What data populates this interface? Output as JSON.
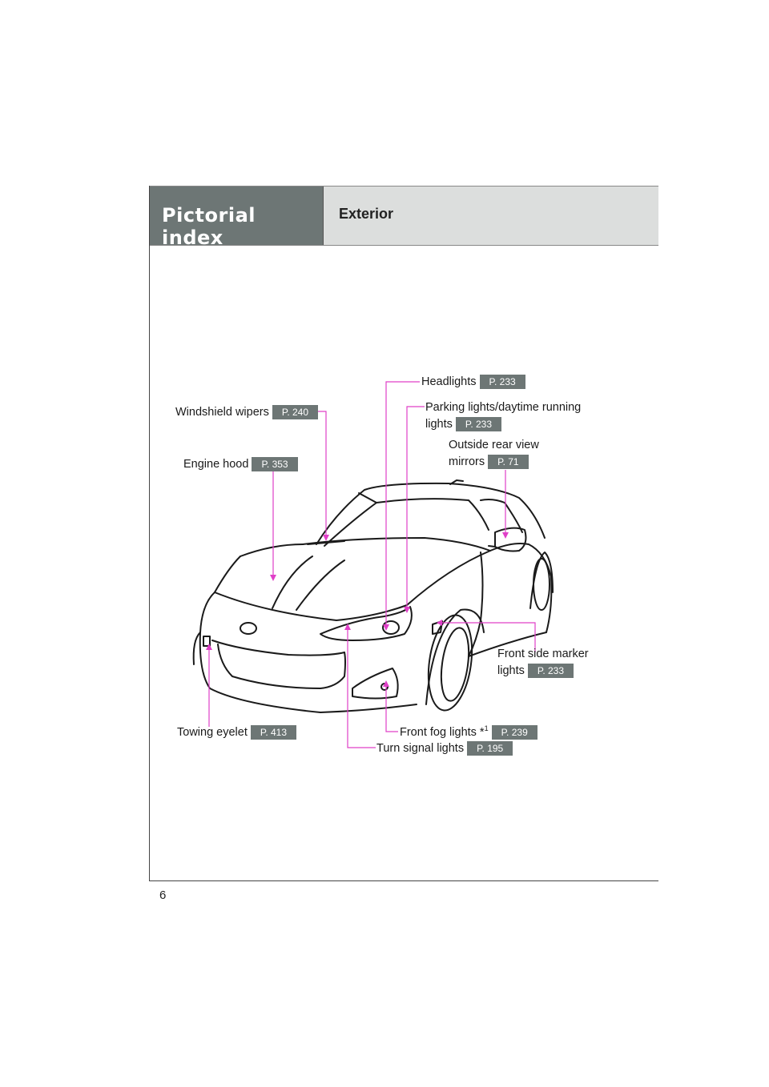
{
  "header": {
    "section": "Pictorial index",
    "title": "Exterior"
  },
  "page_number": "6",
  "callouts": {
    "headlights": {
      "label": "Headlights",
      "page": "P. 233"
    },
    "parking_lights": {
      "label_line1": "Parking lights/daytime running",
      "label_line2": "lights",
      "page": "P. 233"
    },
    "windshield_wipers": {
      "label": "Windshield wipers",
      "page": "P. 240"
    },
    "outside_mirrors": {
      "label_line1": "Outside rear view",
      "label_line2": "mirrors",
      "page": "P. 71"
    },
    "engine_hood": {
      "label": "Engine hood",
      "page": "P. 353"
    },
    "front_side_marker": {
      "label_line1": "Front side marker",
      "label_line2": "lights",
      "page": "P. 233"
    },
    "towing_eyelet": {
      "label": "Towing eyelet",
      "page": "P. 413"
    },
    "front_fog_lights": {
      "label": "Front fog lights *",
      "footnote": "1",
      "page": "P. 239"
    },
    "turn_signal_lights": {
      "label": "Turn signal lights",
      "page": "P. 195"
    }
  },
  "colors": {
    "leader_line": "#e040c8",
    "badge_bg": "#6d7675",
    "header_bg": "#dcdedd"
  }
}
